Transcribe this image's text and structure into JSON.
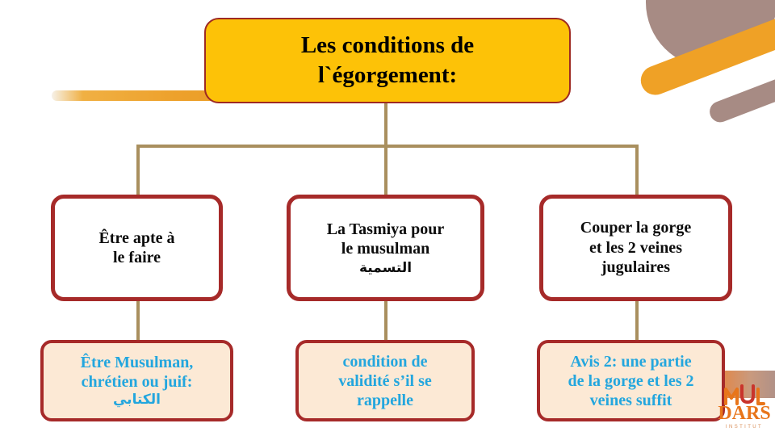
{
  "slide": {
    "title": "Les conditions de l`égorgement:",
    "title_lines": [
      "Les conditions de",
      "l`égorgement:"
    ]
  },
  "colors": {
    "title_fill": "#fdc207",
    "box_border": "#a62a29",
    "leaf_fill": "#fce9d5",
    "leaf_text": "#23a6de",
    "connector": "#a98f5e",
    "deco_orange": "#efa126",
    "deco_mauve": "#a78b84",
    "logo_orange": "#e8751a"
  },
  "nodes": [
    {
      "id": "node-1",
      "lines": [
        "Être apte à",
        "le faire"
      ],
      "arabic": ""
    },
    {
      "id": "node-2",
      "lines": [
        "La Tasmiya pour",
        "le musulman"
      ],
      "arabic": "التسمية"
    },
    {
      "id": "node-3",
      "lines": [
        "Couper la gorge",
        "et les 2 veines",
        "jugulaires"
      ],
      "arabic": ""
    }
  ],
  "leaves": [
    {
      "id": "leaf-1",
      "lines": [
        "Être Musulman,",
        "chrétien ou juif:"
      ],
      "arabic": "الكتابي"
    },
    {
      "id": "leaf-2",
      "lines": [
        "condition de",
        "validité s’il se",
        "rappelle"
      ],
      "arabic": ""
    },
    {
      "id": "leaf-3",
      "lines": [
        "Avis 2: une partie",
        "de la gorge et les 2",
        "veines suffit"
      ],
      "arabic": ""
    }
  ],
  "logo": {
    "word": "DARS",
    "subtitle": "INSTITUT"
  }
}
